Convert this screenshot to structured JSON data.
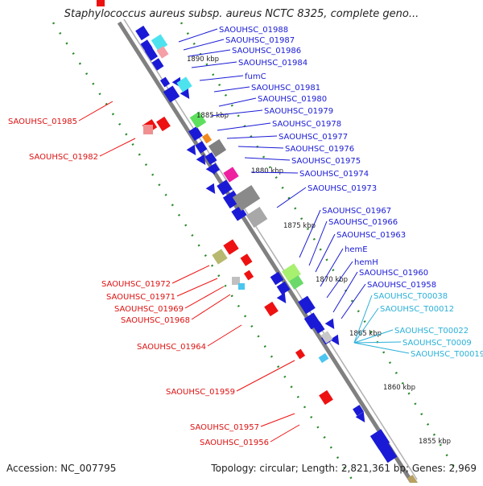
{
  "title": "Staphylococcus aureus subsp. aureus NCTC 8325, complete geno...",
  "footer": {
    "accession": "Accession: NC_007795",
    "topology": "Topology: circular; Length: 2,821,361 bp; Genes: 2,969"
  },
  "colors": {
    "forward_gene": "#1a1ad6",
    "reverse_gene": "#ee1111",
    "trna_label": "#2ab0d8",
    "backbone": "#808080",
    "tick_dots": "#2a8a2a"
  },
  "kbp_ticks": [
    "1890 kbp",
    "1885 kbp",
    "1880 kbp",
    "1875 kbp",
    "1870 kbp",
    "1865 kbp",
    "1860 kbp",
    "1855 kbp"
  ],
  "blue_labels": [
    "SAOUHSC_01988",
    "SAOUHSC_01987",
    "SAOUHSC_01986",
    "SAOUHSC_01984",
    "fumC",
    "SAOUHSC_01981",
    "SAOUHSC_01980",
    "SAOUHSC_01979",
    "SAOUHSC_01978",
    "SAOUHSC_01977",
    "SAOUHSC_01976",
    "SAOUHSC_01975",
    "SAOUHSC_01974",
    "SAOUHSC_01973",
    "SAOUHSC_01967",
    "SAOUHSC_01966",
    "SAOUHSC_01963",
    "hemE",
    "hemH",
    "SAOUHSC_01960",
    "SAOUHSC_01958"
  ],
  "cyan_labels": [
    "SAOUHSC_T00038",
    "SAOUHSC_T00012",
    "SAOUHSC_T00022",
    "SAOUHSC_T0009",
    "SAOUHSC_T00019"
  ],
  "red_labels": [
    "SAOUHSC_01985",
    "SAOUHSC_01982",
    "SAOUHSC_01972",
    "SAOUHSC_01971",
    "SAOUHSC_01969",
    "SAOUHSC_01968",
    "SAOUHSC_01964",
    "SAOUHSC_01959",
    "SAOUHSC_01957",
    "SAOUHSC_01956"
  ]
}
